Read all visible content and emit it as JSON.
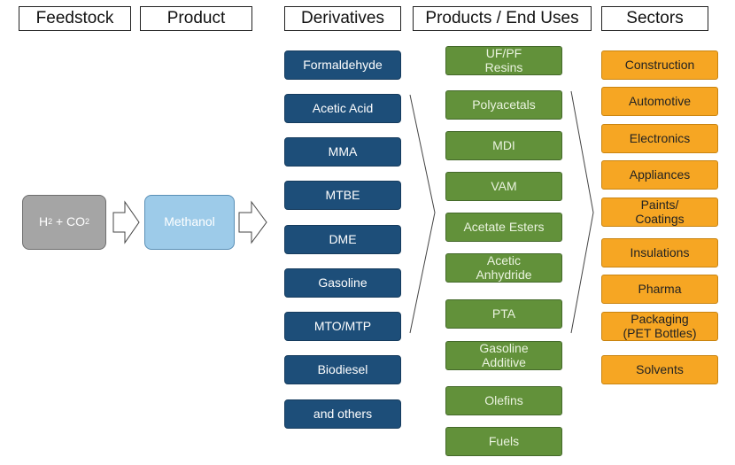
{
  "headers": [
    "Feedstock",
    "Product",
    "Derivatives",
    "Products / End Uses",
    "Sectors"
  ],
  "feedstock": {
    "h": "H",
    "h_sub": "2",
    "plus": " + CO",
    "co_sub": "2"
  },
  "product": "Methanol",
  "derivatives": [
    "Formaldehyde",
    "Acetic Acid",
    "MMA",
    "MTBE",
    "DME",
    "Gasoline",
    "MTO/MTP",
    "Biodiesel",
    "and others"
  ],
  "end_uses": [
    "UF/PF\nResins",
    "Polyacetals",
    "MDI",
    "VAM",
    "Acetate Esters",
    "Acetic\nAnhydride",
    "PTA",
    "Gasoline\nAdditive",
    "Olefins",
    "Fuels"
  ],
  "sectors": [
    "Construction",
    "Automotive",
    "Electronics",
    "Appliances",
    "Paints/\nCoatings",
    "Insulations",
    "Pharma",
    "Packaging\n(PET Bottles)",
    "Solvents"
  ],
  "colors": {
    "derivative": "#1d4e79",
    "end_use": "#62913a",
    "sector": "#f6a623",
    "feedstock": "#a5a5a5",
    "product": "#9dcbe9"
  }
}
